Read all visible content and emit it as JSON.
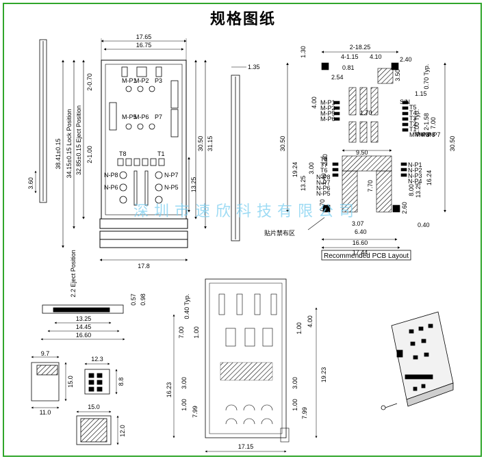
{
  "title": "规格图纸",
  "watermark": "深圳市速欣科技有限公司",
  "colors": {
    "frame": "#2fa52a",
    "watermark": "#7ecff0",
    "hatch": "#000000"
  },
  "top_view": {
    "dims": [
      "17.65",
      "16.75",
      "17.8",
      "30.50",
      "31.15",
      "13.25",
      "2-0.70",
      "2-1.00",
      "38.41±0.15",
      "34.15±0.15 Lock Position",
      "32.85±0.15 Eject Position",
      "3.60",
      "1.35",
      "2.2 Eject Position"
    ],
    "pin_labels": [
      "M-P1",
      "M-P2",
      "P3",
      "M-P5",
      "M-P6",
      "P7",
      "T8",
      "T1",
      "N-P8",
      "N-P7",
      "N-P6",
      "N-P5"
    ]
  },
  "pcb_layout": {
    "caption": "Recommended PCB Layout",
    "dims": [
      "2-18.25",
      "4-1.15",
      "4.10",
      "1.30",
      "0.81",
      "2.40",
      "2.54",
      "3.50",
      "0.70 Typ.",
      "1.15",
      "1.70",
      "9.50",
      "4.00",
      "1.00 Typ.",
      "2-1.58",
      "7.00",
      "30.50",
      "30.50",
      "19.24",
      "13.25",
      "3.00",
      "2.40",
      "1.40",
      "7.70",
      "8.00",
      "13.25",
      "16.24",
      "2.60",
      "0.40",
      "3.07",
      "6.40",
      "16.60",
      "17.44",
      "0.70",
      "S/N",
      "T5",
      "T4",
      "T3",
      "T2",
      "T1",
      "T8",
      "T7",
      "T6"
    ],
    "pin_labels": [
      "M-P1",
      "M-P2",
      "M-P5",
      "M-P6",
      "N-P8",
      "N-P7",
      "N-P6",
      "N-P5",
      "M-P4",
      "M-P3",
      "M-P8",
      "M-P7",
      "N-P1",
      "N-P2",
      "N-P3",
      "N-P4"
    ],
    "note": "贴片禁布区"
  },
  "side_view": {
    "dims": [
      "13.25",
      "14.45",
      "16.60",
      "0.57",
      "0.98"
    ]
  },
  "bottom_view": {
    "dims": [
      "0.40 Typ.",
      "7.00",
      "1.00",
      "16.23",
      "1.00",
      "7.99",
      "17.15",
      "4.00",
      "1.00",
      "19.23",
      "3.00",
      "1.00",
      "7.99",
      "3.00"
    ]
  },
  "cards": {
    "micro": {
      "dims": [
        "9.7",
        "15.0",
        "11.0"
      ]
    },
    "nano": {
      "dims": [
        "12.3",
        "8.8"
      ]
    },
    "sim": {
      "dims": [
        "15.0",
        "12.0"
      ]
    }
  }
}
